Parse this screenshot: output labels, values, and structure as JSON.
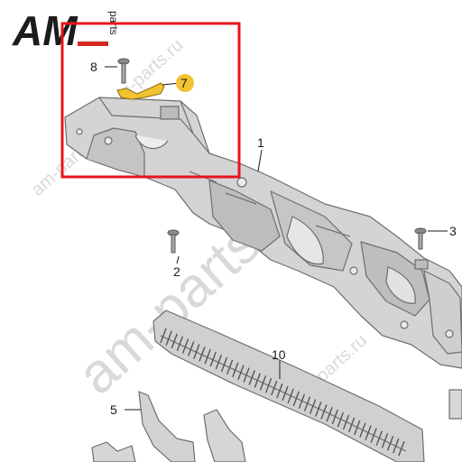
{
  "logo": {
    "letters": "AM",
    "suffix": "parts"
  },
  "watermark": {
    "main": "am-parts.ru",
    "small_left": "am-parts.ru",
    "small_top": "am-parts.ru",
    "small_right": "m-parts.ru"
  },
  "callouts": [
    {
      "id": "1",
      "label": "1"
    },
    {
      "id": "2",
      "label": "2"
    },
    {
      "id": "3",
      "label": "3"
    },
    {
      "id": "5",
      "label": "5"
    },
    {
      "id": "7",
      "label": "7",
      "highlighted": true
    },
    {
      "id": "8",
      "label": "8"
    },
    {
      "id": "10",
      "label": "10"
    }
  ],
  "colors": {
    "highlight_box": "#e8141e",
    "highlight_part": "#f2c230",
    "callout_7_badge": "#f2c230",
    "logo_dark": "#1c1c1c",
    "logo_accent": "#d6271d",
    "watermark": "#d9d9d9"
  }
}
